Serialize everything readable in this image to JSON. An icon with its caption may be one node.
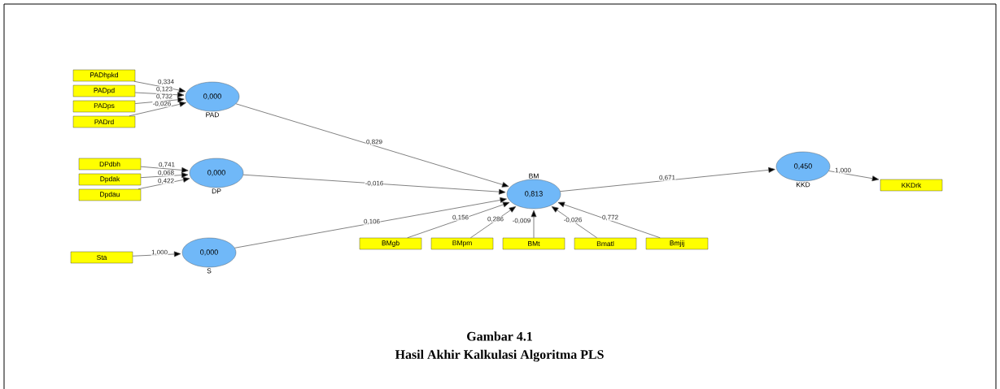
{
  "diagram": {
    "nodes": [
      {
        "text": [
          "0,000"
        ],
        "beside": [
          "PAD"
        ]
      },
      {
        "text": [
          "0,000"
        ],
        "beside": [
          "DP"
        ]
      },
      {
        "text": [
          "0,000"
        ],
        "beside": [
          "S"
        ]
      },
      {
        "text": [
          "0,813"
        ],
        "beside": [
          "BM"
        ]
      },
      {
        "text": [
          "0,450"
        ],
        "beside": [
          "KKD"
        ]
      },
      {
        "text": [
          "PADhpkd"
        ]
      },
      {
        "text": [
          "PADpd"
        ]
      },
      {
        "text": [
          "PADps"
        ]
      },
      {
        "text": [
          "PADrd"
        ]
      },
      {
        "text": [
          "DPdbh"
        ]
      },
      {
        "text": [
          "Dpdak"
        ]
      },
      {
        "text": [
          "Dpdau"
        ]
      },
      {
        "text": [
          "Sta"
        ]
      },
      {
        "text": [
          "BMgb"
        ]
      },
      {
        "text": [
          "BMpm"
        ]
      },
      {
        "text": [
          "BMt"
        ]
      },
      {
        "text": [
          "Bmatl"
        ]
      },
      {
        "text": [
          "Bmjij"
        ]
      },
      {
        "text": [
          "KKDrk"
        ]
      }
    ],
    "edges": [
      {
        "from": 5,
        "to": 0,
        "arrow": "to",
        "label": "0,334"
      },
      {
        "from": 6,
        "to": 0,
        "arrow": "to",
        "label": "0,123"
      },
      {
        "from": 7,
        "to": 0,
        "arrow": "to",
        "label": "0,732"
      },
      {
        "from": 8,
        "to": 0,
        "arrow": "to",
        "label": "-0,026"
      },
      {
        "from": 0,
        "to": 3,
        "arrow": "to",
        "label": "0,829"
      },
      {
        "from": 9,
        "to": 1,
        "arrow": "to",
        "label": "0,741"
      },
      {
        "from": 10,
        "to": 1,
        "arrow": "to",
        "label": "0,068"
      },
      {
        "from": 11,
        "to": 1,
        "arrow": "to",
        "label": "0,422"
      },
      {
        "from": 1,
        "to": 3,
        "arrow": "to",
        "label": "-0,016"
      },
      {
        "from": 12,
        "to": 2,
        "arrow": "to",
        "label": "1,000"
      },
      {
        "from": 2,
        "to": 3,
        "arrow": "to",
        "label": "0,106"
      },
      {
        "from": 13,
        "to": 3,
        "arrow": "to",
        "label": "0,156"
      },
      {
        "from": 14,
        "to": 3,
        "arrow": "to",
        "label": "0,286"
      },
      {
        "from": 15,
        "to": 3,
        "arrow": "to",
        "label": "-0,009"
      },
      {
        "from": 16,
        "to": 3,
        "arrow": "to",
        "label": "-0,026"
      },
      {
        "from": 17,
        "to": 3,
        "arrow": "to",
        "label": "0,772"
      },
      {
        "from": 3,
        "to": 4,
        "arrow": "to",
        "label": "0,671"
      },
      {
        "from": 4,
        "to": 18,
        "arrow": "to",
        "label": "1,000"
      }
    ],
    "labels": [
      "Gambar 4.1",
      "Hasil Akhir Kalkulasi Algoritma PLS"
    ]
  }
}
